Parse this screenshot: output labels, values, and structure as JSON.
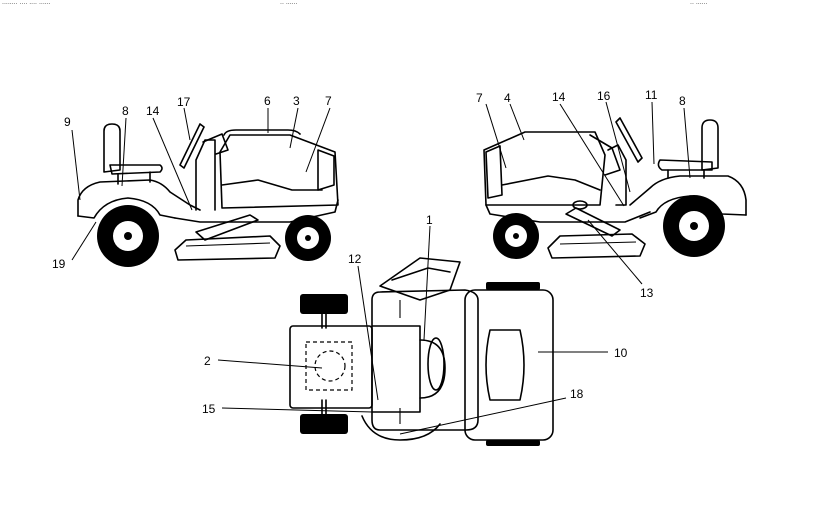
{
  "header": {
    "left_fragment": "........ .... .... ......",
    "mid_fragment": "..  ......",
    "right_fragment": ".. ......"
  },
  "views": {
    "left_side": "left-side-view",
    "right_side": "right-side-view",
    "top": "top-view"
  },
  "callouts": [
    {
      "id": "c9",
      "text": "9"
    },
    {
      "id": "c8a",
      "text": "8"
    },
    {
      "id": "c14a",
      "text": "14"
    },
    {
      "id": "c17",
      "text": "17"
    },
    {
      "id": "c6",
      "text": "6"
    },
    {
      "id": "c3",
      "text": "3"
    },
    {
      "id": "c7a",
      "text": "7"
    },
    {
      "id": "c19",
      "text": "19"
    },
    {
      "id": "c7b",
      "text": "7"
    },
    {
      "id": "c4",
      "text": "4"
    },
    {
      "id": "c14b",
      "text": "14"
    },
    {
      "id": "c16",
      "text": "16"
    },
    {
      "id": "c11",
      "text": "11"
    },
    {
      "id": "c8b",
      "text": "8"
    },
    {
      "id": "c13",
      "text": "13"
    },
    {
      "id": "c1",
      "text": "1"
    },
    {
      "id": "c12",
      "text": "12"
    },
    {
      "id": "c2",
      "text": "2"
    },
    {
      "id": "c10",
      "text": "10"
    },
    {
      "id": "c15",
      "text": "15"
    },
    {
      "id": "c18",
      "text": "18"
    }
  ]
}
